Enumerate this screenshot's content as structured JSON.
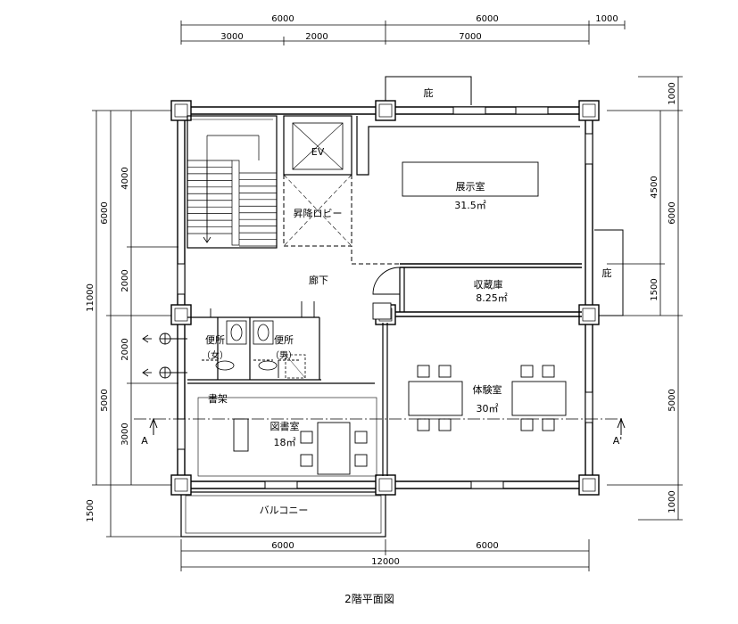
{
  "title": "2階平面図",
  "dims": {
    "top_outer": [
      "6000",
      "6000",
      "1000"
    ],
    "top_inner": [
      "3000",
      "2000",
      "7000"
    ],
    "bottom_inner": [
      "6000",
      "6000"
    ],
    "bottom_total": "12000",
    "left_total": "11000",
    "left_outer": [
      "6000",
      "5000",
      "1500"
    ],
    "left_inner": [
      "4000",
      "2000",
      "2000",
      "3000"
    ],
    "right_outer": [
      "1000",
      "6000",
      "5000",
      "1000"
    ],
    "right_inner": [
      "4500",
      "1500"
    ]
  },
  "rooms": {
    "exhibition": {
      "name": "展示室",
      "area": "31.5㎡"
    },
    "storage": {
      "name": "収蔵庫",
      "area": "8.25㎡"
    },
    "experience": {
      "name": "体験室",
      "area": "30㎡"
    },
    "library": {
      "name": "図書室",
      "area": "18㎡"
    },
    "corridor": "廊下",
    "lobby": "昇降ロビー",
    "ev": "EV",
    "toilet_f": {
      "name": "便所",
      "sub": "（女）"
    },
    "toilet_m": {
      "name": "便所",
      "sub": "（男）"
    },
    "bookshelf": "書架",
    "balcony": "バルコニー",
    "eave_top": "庇",
    "eave_right": "庇",
    "section_a": "A",
    "section_a2": "A'"
  }
}
